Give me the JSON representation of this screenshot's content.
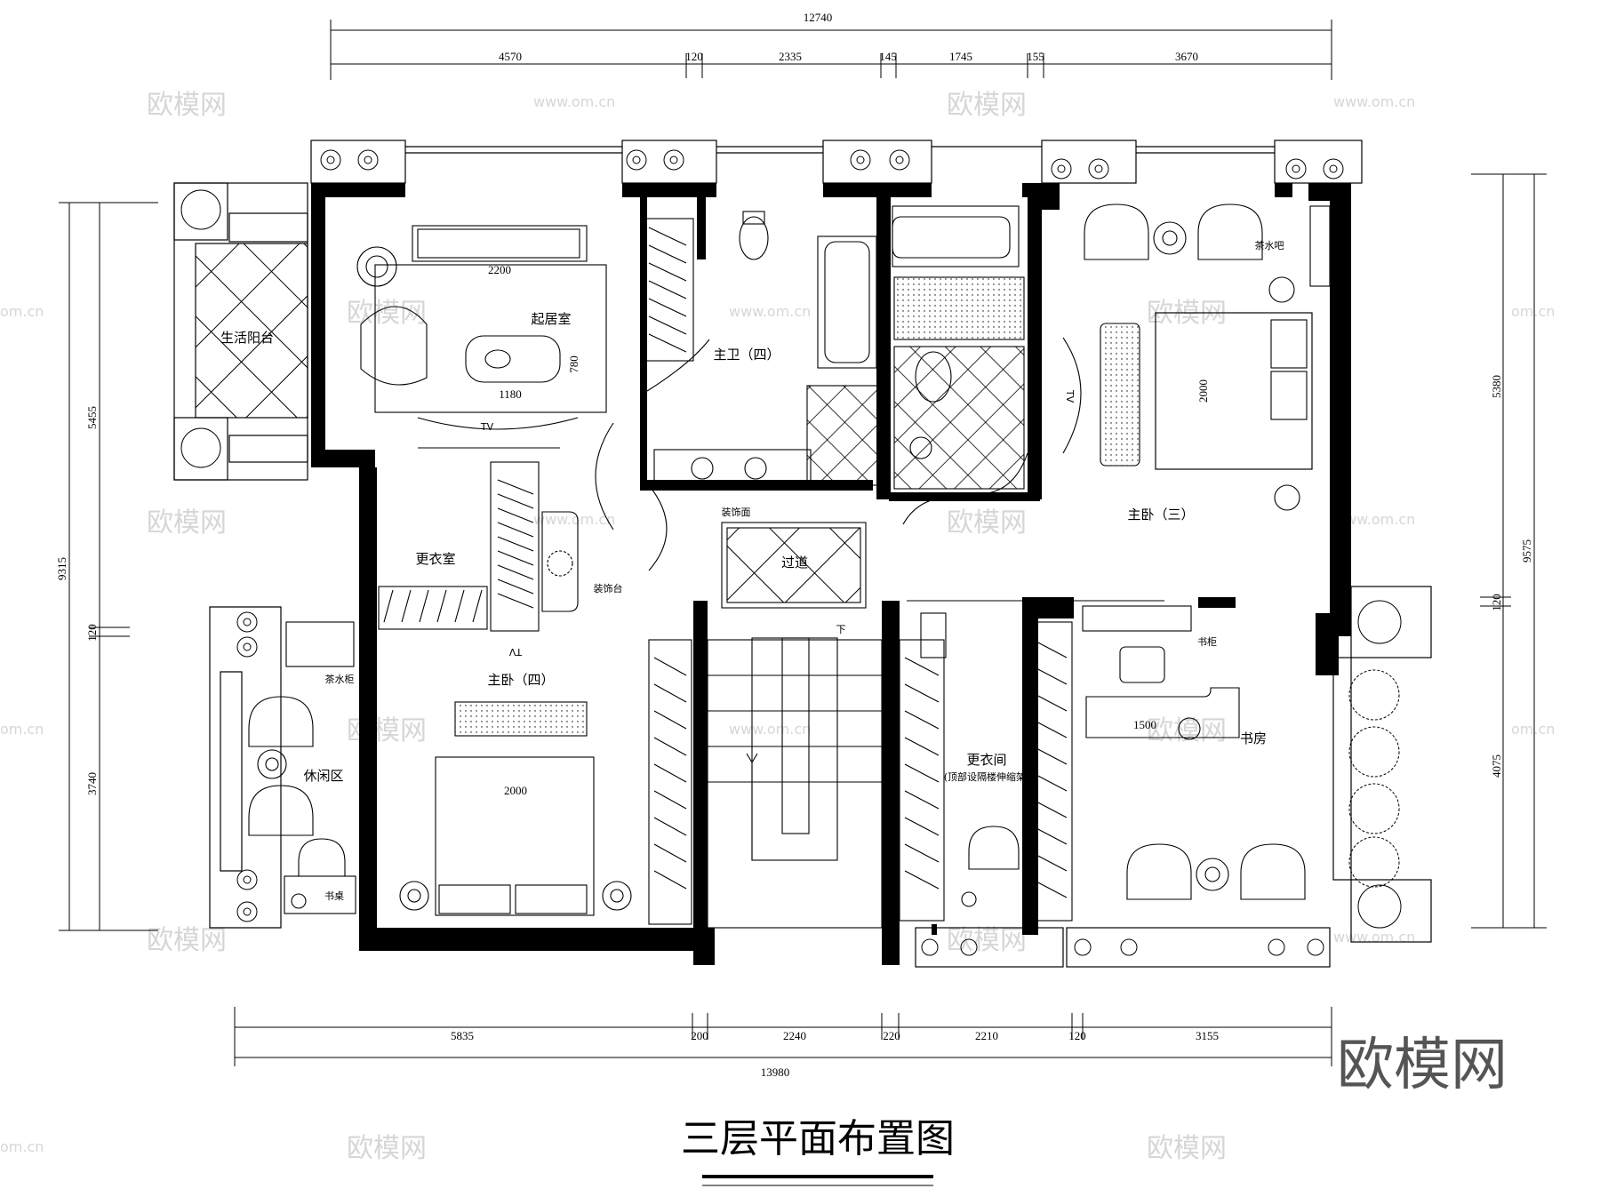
{
  "drawing": {
    "title": "三层平面布置图",
    "brand": "欧模网"
  },
  "watermark": {
    "logo": "欧模网",
    "url": "www.om.cn",
    "url_fragment": "om.cn"
  },
  "dimensions": {
    "top_total": "12740",
    "top_segments": [
      "4570",
      "120",
      "2335",
      "145",
      "1745",
      "155",
      "3670"
    ],
    "bottom_total": "13980",
    "bottom_segments": [
      "5835",
      "200",
      "2240",
      "220",
      "2210",
      "120",
      "3155"
    ],
    "left_total": "9315",
    "left_segments": [
      "5455",
      "120",
      "3740"
    ],
    "right_total": "9575",
    "right_segments": [
      "5380",
      "120",
      "4075"
    ]
  },
  "rooms": {
    "living_balcony": "生活阳台",
    "sitting_room": "起居室",
    "master_bath_4": "主卫（四）",
    "master_bed_3": "主卧（三）",
    "dressing_room": "更衣室",
    "decor_table": "装饰台",
    "decor_panel": "装饰面",
    "corridor": "过道",
    "lounge": "休闲区",
    "master_bed_4": "主卧（四）",
    "wardrobe_room": "更衣间",
    "wardrobe_note": "(顶部设隔楼伸缩架)",
    "study": "书房",
    "tea_cabinet": "茶水柜",
    "tea_bar": "茶水吧",
    "bookshelf": "书柜",
    "desk": "书桌"
  },
  "labels": {
    "sofa_len": "2200",
    "table_len": "1180",
    "table_w": "780",
    "bed_3_len": "2000",
    "bed_4_len": "2000",
    "desk_len": "1500",
    "tv": "TV",
    "down": "下"
  }
}
